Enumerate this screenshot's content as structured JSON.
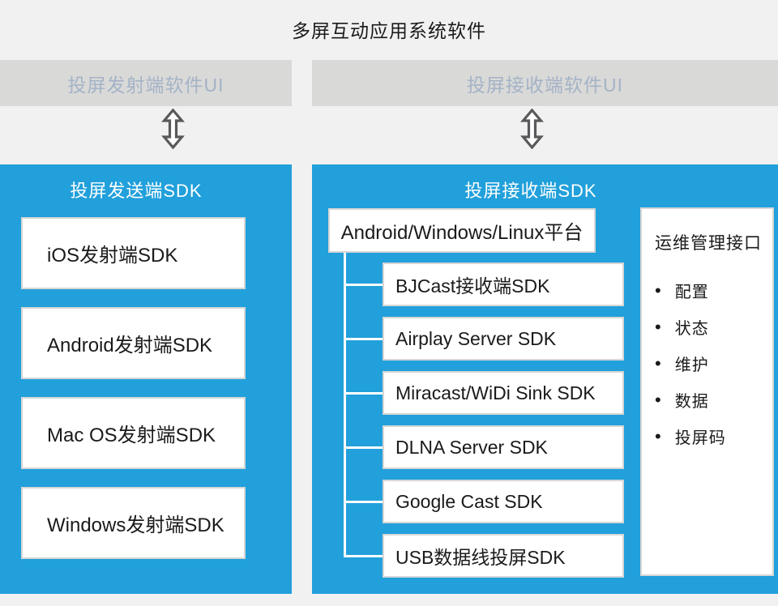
{
  "title": "多屏互动应用系统软件",
  "colors": {
    "background": "#F1F1F1",
    "panel_blue": "#21A0DB",
    "bar_gray": "#D9D9D8",
    "bar_text": "#A4B3C6",
    "box_border": "#D6D6D6",
    "arrow_stroke": "#58595B"
  },
  "ui_bars": {
    "sender": "投屏发射端软件UI",
    "receiver": "投屏接收端软件UI"
  },
  "icons": {
    "sync_arrow": "double-vertical-arrow"
  },
  "sender_panel": {
    "title": "投屏发送端SDK",
    "boxes": [
      {
        "label": "iOS发射端SDK"
      },
      {
        "label": "Android发射端SDK"
      },
      {
        "label": "Mac OS发射端SDK"
      },
      {
        "label": "Windows发射端SDK"
      }
    ]
  },
  "receiver_panel": {
    "title": "投屏接收端SDK",
    "platform_box": "Android/Windows/Linux平台",
    "tree": [
      {
        "label": "BJCast接收端SDK"
      },
      {
        "label": "Airplay Server SDK"
      },
      {
        "label": "Miracast/WiDi Sink SDK"
      },
      {
        "label": "DLNA Server SDK"
      },
      {
        "label": "Google Cast SDK"
      },
      {
        "label": "USB数据线投屏SDK"
      }
    ],
    "management": {
      "title": "运维管理接口",
      "items": [
        {
          "label": "配置"
        },
        {
          "label": "状态"
        },
        {
          "label": "维护"
        },
        {
          "label": "数据"
        },
        {
          "label": "投屏码"
        }
      ]
    }
  }
}
